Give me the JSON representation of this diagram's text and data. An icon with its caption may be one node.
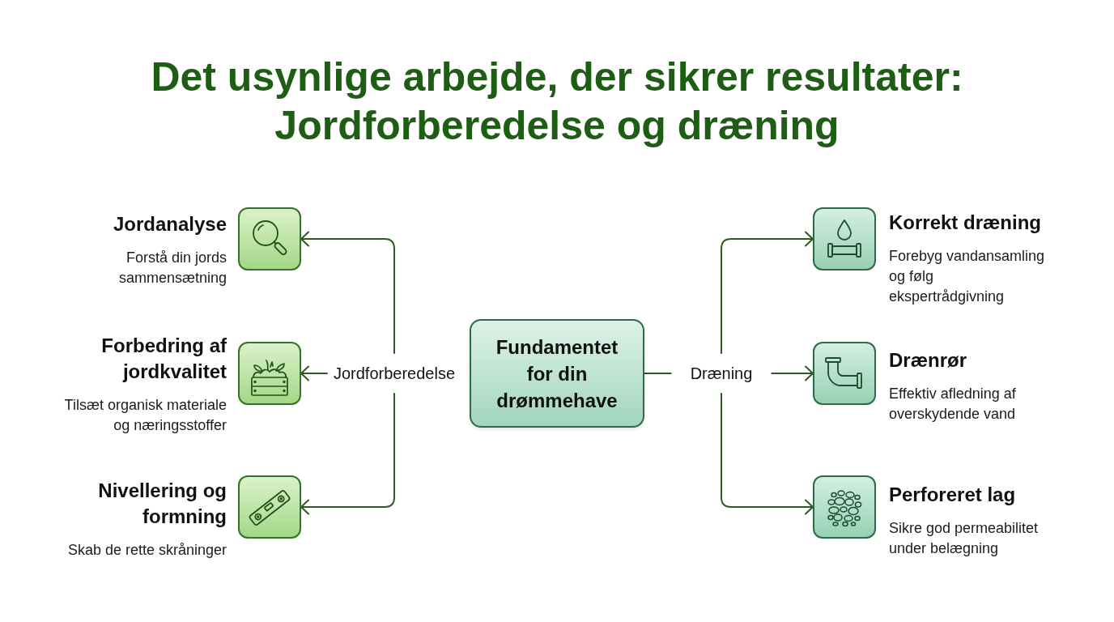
{
  "diagram": {
    "title": "Det usynlige arbejde, der sikrer resultater: Jordforberedelse og dræning",
    "nodes": [
      {
        "text": [
          "Jordanalyse",
          "Forstå din jords sammensætning"
        ]
      },
      {
        "text": [
          "Forbedring af jordkvalitet",
          "Tilsæt organisk materiale og næringsstoffer"
        ]
      },
      {
        "text": [
          "Nivellering og formning",
          "Skab de rette skråninger"
        ]
      },
      {
        "text": [
          "Jordforberedelse"
        ]
      },
      {
        "text": [
          "Fundamentet for din drømmehave"
        ]
      },
      {
        "text": [
          "Dræning"
        ]
      },
      {
        "text": [
          "Korrekt dræning",
          "Forebyg vandansamling og følg ekspertrådgivning"
        ]
      },
      {
        "text": [
          "Drænrør",
          "Effektiv afledning af overskydende vand"
        ]
      },
      {
        "text": [
          "Perforeret lag",
          "Sikre god permeabilitet under belægning"
        ]
      }
    ],
    "edges": [
      {
        "from": 3,
        "to": 0,
        "arrow": "to"
      },
      {
        "from": 3,
        "to": 1,
        "arrow": "to"
      },
      {
        "from": 3,
        "to": 2,
        "arrow": "to"
      },
      {
        "from": 4,
        "to": 5,
        "arrow": "none"
      },
      {
        "from": 5,
        "to": 6,
        "arrow": "to"
      },
      {
        "from": 5,
        "to": 7,
        "arrow": "to"
      },
      {
        "from": 5,
        "to": 8,
        "arrow": "to"
      }
    ]
  }
}
